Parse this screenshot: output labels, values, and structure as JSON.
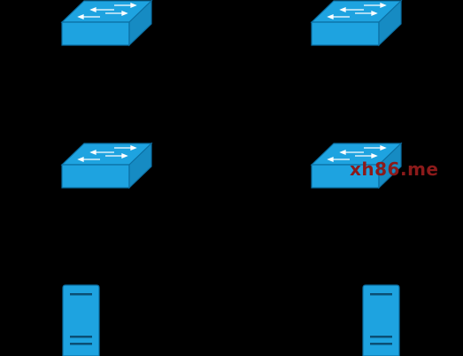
{
  "colors": {
    "background": "#000000",
    "device_face": "#1ea3e0",
    "device_side": "#168bc3",
    "device_outline": "#0b6fa3",
    "arrow": "#ffffff",
    "watermark": "#8c1a1a"
  },
  "devices": [
    {
      "id": "switch-top-left",
      "kind": "switch",
      "icon": "network-switch-icon"
    },
    {
      "id": "switch-top-right",
      "kind": "switch",
      "icon": "network-switch-icon"
    },
    {
      "id": "switch-mid-left",
      "kind": "switch",
      "icon": "network-switch-icon"
    },
    {
      "id": "switch-mid-right",
      "kind": "switch",
      "icon": "network-switch-icon"
    },
    {
      "id": "server-left",
      "kind": "server",
      "icon": "server-tower-icon"
    },
    {
      "id": "server-right",
      "kind": "server",
      "icon": "server-tower-icon"
    }
  ],
  "watermark": {
    "text": "xh86.me"
  }
}
